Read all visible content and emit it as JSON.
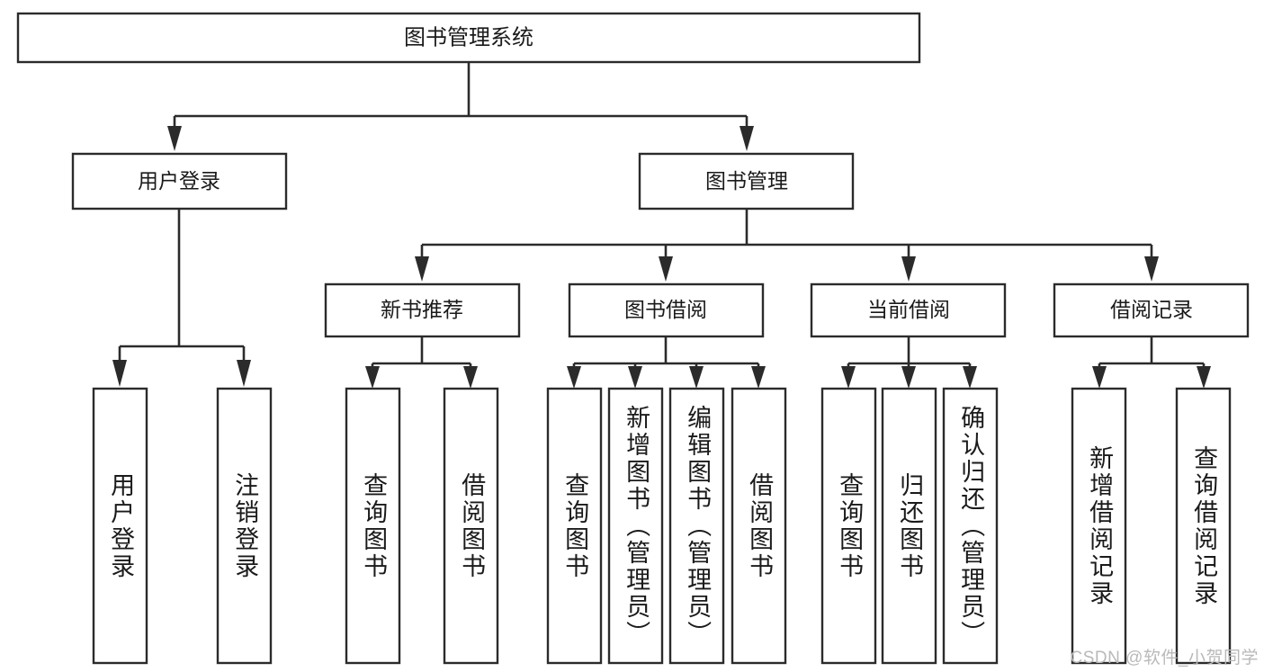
{
  "diagram": {
    "type": "tree-hierarchy",
    "title": "图书管理系统",
    "watermark": "CSDN @软件_小贺同学",
    "colors": {
      "stroke": "#2b2b2b",
      "fill": "#ffffff",
      "text": "#1a1a1a",
      "watermark": "#b9b9b9"
    },
    "root": {
      "label": "图书管理系统",
      "level": 1
    },
    "level2": [
      {
        "label": "用户登录"
      },
      {
        "label": "图书管理"
      }
    ],
    "level3": [
      {
        "label": "新书推荐"
      },
      {
        "label": "图书借阅"
      },
      {
        "label": "当前借阅"
      },
      {
        "label": "借阅记录"
      }
    ],
    "leaves": {
      "user_login": [
        {
          "label": "用户登录"
        },
        {
          "label": "注销登录"
        }
      ],
      "new_book": [
        {
          "label": "查询图书"
        },
        {
          "label": "借阅图书"
        }
      ],
      "book_borrow": [
        {
          "label": "查询图书"
        },
        {
          "label": "新增图书（管理员）"
        },
        {
          "label": "编辑图书（管理员）"
        },
        {
          "label": "借阅图书"
        }
      ],
      "current_borrow": [
        {
          "label": "查询图书"
        },
        {
          "label": "归还图书"
        },
        {
          "label": "确认归还（管理员）"
        }
      ],
      "borrow_record": [
        {
          "label": "新增借阅记录"
        },
        {
          "label": "查询借阅记录"
        }
      ]
    }
  }
}
